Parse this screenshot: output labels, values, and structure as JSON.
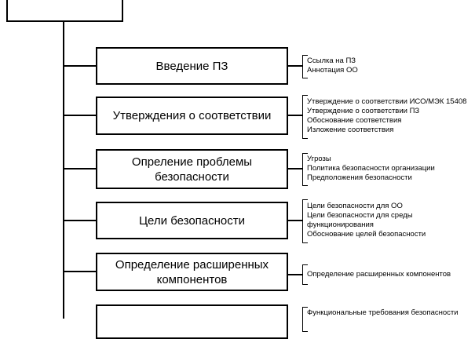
{
  "sections": [
    {
      "title": "Введение ПЗ",
      "items": [
        "Ссылка на ПЗ",
        "Аннотация ОО"
      ]
    },
    {
      "title": "Утверждения о соответствии",
      "items": [
        "Утверждение о соответствии ИСО/МЭК 15408",
        "Утверждение о соответствии ПЗ",
        "Обоснование соответствия",
        "Изложение соответствия"
      ]
    },
    {
      "title": "Опреление проблемы безопасности",
      "items": [
        "Угрозы",
        "Политика безопасности организации",
        "Предположения безопасности"
      ]
    },
    {
      "title": "Цели безопасности",
      "items": [
        "Цели безопасности для ОО",
        "Цели безопасности для среды функционирования",
        "Обоснование целей безопасности"
      ]
    },
    {
      "title": "Определение расширенных компонентов",
      "items": [
        "Определение расширенных компонентов"
      ]
    },
    {
      "title": "",
      "items": [
        "Функциональные требования безопасности"
      ]
    }
  ]
}
